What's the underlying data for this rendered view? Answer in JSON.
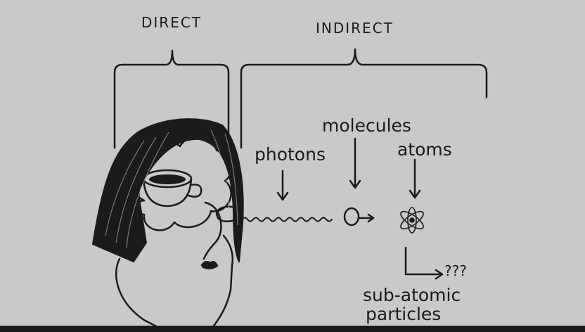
{
  "labels": {
    "direct": "DIRECT",
    "indirect": "INDIRECT",
    "photons": "photons",
    "molecules": "molecules",
    "atoms": "atoms",
    "unknown": "???",
    "subatomic_line1": "sub-atomic",
    "subatomic_line2": "particles"
  },
  "colors": {
    "paper": "#c9c9c9",
    "ink": "#1b1b1b",
    "frame": "#1a1a1a"
  },
  "icons": [
    "person-head",
    "thought-cloud",
    "coffee-cup",
    "photon-wave",
    "molecule",
    "atom"
  ]
}
